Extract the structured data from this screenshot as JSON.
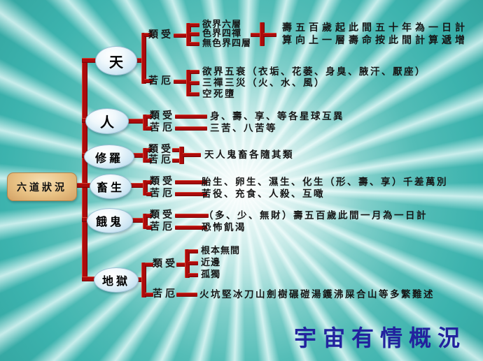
{
  "diagram": {
    "root_label": "六道狀況",
    "title": "宇宙有情概況",
    "colors": {
      "line_color": "#ad0b0b",
      "title_color": "#22229e",
      "bg_color": "#3cb3ae",
      "node_fill": "#cfe7f4",
      "root_fill": "#e8c183"
    },
    "realms": [
      {
        "name": "天",
        "branches": [
          {
            "label": "類受",
            "items": [
              "欲界六層",
              "色界四禪",
              "無色界四層"
            ]
          },
          {
            "label": "苦厄",
            "items": [
              "欲界五衰（衣垢、花萎、身臭、腋汗、厭座）",
              "三禪三災（火、水、風）",
              "空死墮"
            ]
          }
        ],
        "note": [
          "壽五百歲起此間五十年為一日計",
          "算向上一層壽命按此間計算遞增"
        ]
      },
      {
        "name": "人",
        "branches": [
          {
            "label": "類受",
            "items": [
              "身、壽、享、等各星球互異"
            ]
          },
          {
            "label": "苦厄",
            "items": [
              "三苦、八苦等"
            ]
          }
        ]
      },
      {
        "name": "修羅",
        "branches": [
          {
            "label": "類受"
          },
          {
            "label": "苦厄"
          }
        ],
        "shared_text": "天人鬼畜各隨其類"
      },
      {
        "name": "畜生",
        "branches": [
          {
            "label": "類受",
            "items": [
              "胎生、卵生、濕生、化生（形、壽、享）千差萬別"
            ]
          },
          {
            "label": "苦厄",
            "items": [
              "苦役、充食、人殺、互噉"
            ]
          }
        ]
      },
      {
        "name": "餓鬼",
        "branches": [
          {
            "label": "類受",
            "items": [
              "（多、少、無財）壽五百歲此間一月為一日計"
            ]
          },
          {
            "label": "苦厄",
            "items": [
              "恐怖飢渴"
            ]
          }
        ]
      },
      {
        "name": "地獄",
        "branches": [
          {
            "label": "類受",
            "items": [
              "根本無間",
              "近邊",
              "孤獨"
            ]
          },
          {
            "label": "苦厄",
            "items": [
              "火坑堅冰刀山劍樹碾磑湯鑊沸屎合山等多繁難述"
            ]
          }
        ]
      }
    ]
  }
}
